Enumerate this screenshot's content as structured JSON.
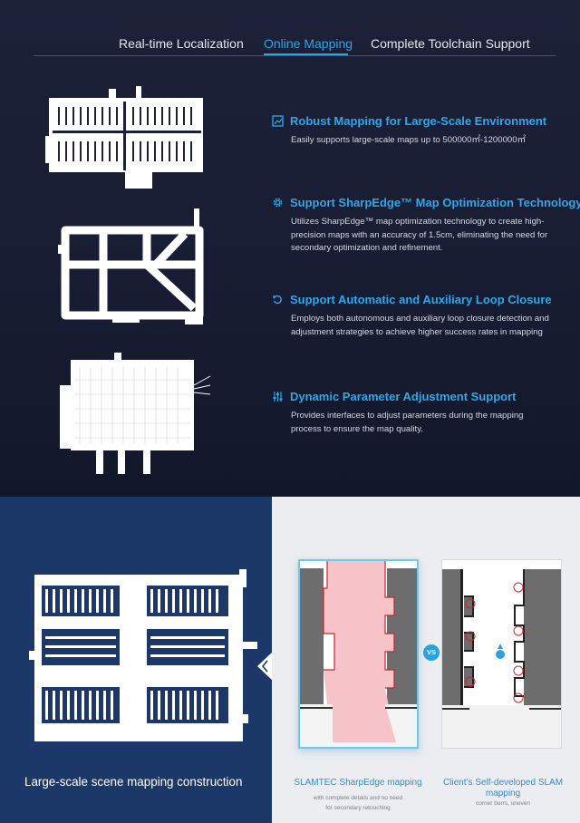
{
  "tabs": [
    {
      "label": "Real-time Localization",
      "active": false
    },
    {
      "label": "Online Mapping",
      "active": true
    },
    {
      "label": "Complete Toolchain Support",
      "active": false
    }
  ],
  "features": [
    {
      "icon": "map-icon",
      "title": "Robust Mapping for Large-Scale Environment",
      "desc": "Easily supports large-scale maps up to 500000㎡-1200000㎡"
    },
    {
      "icon": "gear-icon",
      "title": "Support SharpEdge™ Map Optimization Technology",
      "desc": "Utilizes SharpEdge™ map optimization technology to create high-precision maps with an accuracy of 1.5cm, eliminating the need for secondary optimization and refinement."
    },
    {
      "icon": "loop-icon",
      "title": "Support Automatic and Auxiliary Loop Closure",
      "desc": "Employs both autonomous and auxiliary loop closure detection and adjustment strategies to achieve higher success rates in mapping"
    },
    {
      "icon": "sliders-icon",
      "title": "Dynamic Parameter Adjustment Support",
      "desc": "Provides interfaces to adjust parameters during the mapping process to ensure the map quality."
    }
  ],
  "bottom_left": {
    "caption": "Large-scale scene mapping construction"
  },
  "comparison": {
    "vs_label": "VS",
    "left": {
      "title": "SLAMTEC SharpEdge mapping",
      "sub1": "with complete details and no need",
      "sub2": "for secondary retouching"
    },
    "right": {
      "title": "Client’s Self-developed SLAM mapping",
      "sub": "corner burrs, uneven"
    }
  },
  "colors": {
    "accent": "#2da8ea",
    "dark_bg": "#1c2138",
    "navy_bg": "#1c3868",
    "light_bg": "#ebedf0"
  }
}
